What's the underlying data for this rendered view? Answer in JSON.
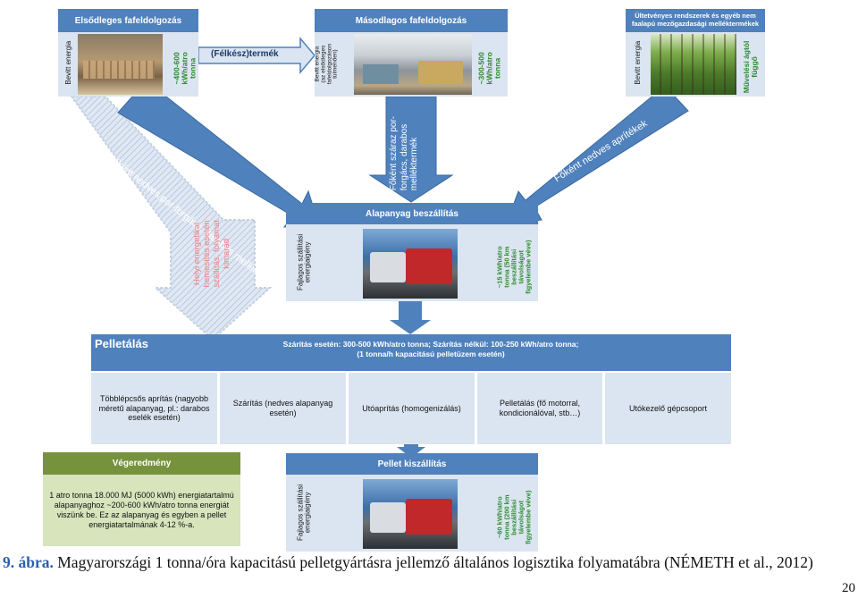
{
  "primary": {
    "title": "Elsődleges fafeldolgozás",
    "energy_label": "Bevitt energia",
    "value": "~400-600\nkWh/atro\ntonna"
  },
  "semi_product": "(Félkész)termék",
  "secondary": {
    "title": "Másodlagos fafeldolgozás",
    "energy_label": "Bevitt energia\n(az elsődleges\nfafeldolgozáson\ntúlmenően)",
    "value": "~300-500\nkWh/atro\ntonna"
  },
  "plantation": {
    "title": "Ültetvényes rendszerek és egyéb nem\nfaalapú mezőgazdasági melléktermékek",
    "energy_label": "Bevitt energia",
    "value": "Művelési ágtól\nfüggő"
  },
  "arrows": {
    "wet_chips": "Főként nedves por-forgács, darabos melléktermék",
    "dry_chips": "Főként száraz por-\nforgács, darabos\nmelléktermék",
    "wet_chopped": "Főként nedves aprítékek",
    "local_energy": "Helyi energetikai\nhemesítés esetén\nszállítás, folyamat\nkimarad"
  },
  "raw_supply": {
    "title": "Alapanyag beszállítás",
    "transport_label": "Fajlagos szállítási\nenergiaigény",
    "value": "~15 kWh/atro\ntonna (50 km\nbeszállítási\ntávolságot\nfigyelembe véve)"
  },
  "pelleting": {
    "title": "Pelletálás",
    "subtitle": "Szárítás esetén: 300-500 kWh/atro tonna; Szárítás nélkül: 100-250 kWh/atro tonna;\n(1 tonna/h kapacitású pelletüzem esetén)",
    "steps": [
      "Többlépcsős aprítás (nagyobb méretű alapanyag, pl.: darabos eselék esetén)",
      "Szárítás (nedves alapanyag esetén)",
      "Utóaprítás (homogenizálás)",
      "Pelletálás (fő motorral, kondicionálóval, stb…)",
      "Utókezelő gépcsoport"
    ]
  },
  "end_product": {
    "title": "Végeredmény",
    "text": "1 atro tonna 18.000 MJ (5000 kWh) energiatartalmú alapanyaghoz ~200-600 kWh/atro tonna energiát viszünk be. Ez az alapanyag és egyben a pellet energiatartalmának 4-12 %-a."
  },
  "pellet_delivery": {
    "title": "Pellet kiszállítás",
    "transport_label": "Fajlagos szállítási\nenergiaigény",
    "value": "~60 kWh/atro\ntonna (200 km\nbeszállítási\ntávolságot\nfigyelembe véve)"
  },
  "caption": {
    "label": "9. ábra.",
    "text": " Magyarországi 1 tonna/óra kapacitású pelletgyártásra jellemző általános logisztika folyamatábra (NÉMETH et al., 2012)"
  },
  "page_number": "20",
  "colors": {
    "header_blue": "#4f81bd",
    "panel_light": "#dbe5f1",
    "arrow_fill": "#b8cce4",
    "arrow_stroke": "#4f81bd",
    "green_header": "#76923c",
    "green_panel": "#d7e4bc",
    "value_green": "#2e8b2e"
  }
}
